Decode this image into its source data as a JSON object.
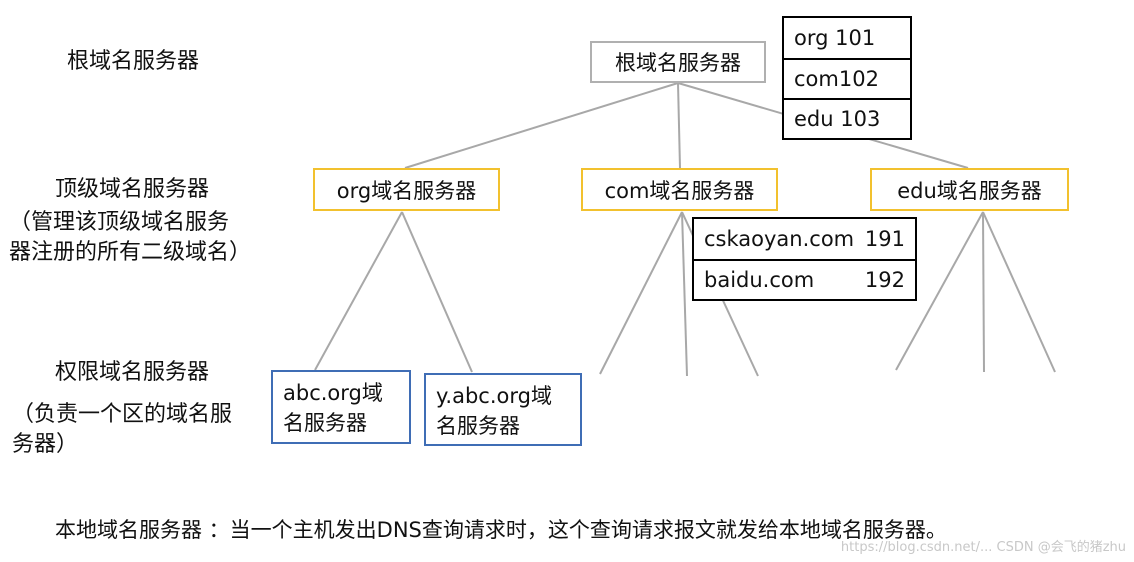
{
  "levels": {
    "root": "根域名服务器",
    "tld": "顶级域名服务器",
    "tld_note": [
      "（管理该顶级域名服务",
      "器注册的所有二级域名）"
    ],
    "auth": "权限域名服务器",
    "auth_note": [
      "（负责一个区的域名服",
      "务器）"
    ]
  },
  "nodes": {
    "root": "根域名服务器",
    "org": "org域名服务器",
    "com": "com域名服务器",
    "edu": "edu域名服务器",
    "abc": [
      "abc.org域",
      "名服务器"
    ],
    "yabc": [
      "y.abc.org域",
      "名服务器"
    ]
  },
  "root_table": [
    {
      "name": "org 101",
      "value": ""
    },
    {
      "name": "com102",
      "value": ""
    },
    {
      "name": "edu 103",
      "value": ""
    }
  ],
  "com_table": [
    {
      "name": "cskaoyan.com",
      "value": "191"
    },
    {
      "name": "baidu.com",
      "value": "192"
    }
  ],
  "footer": "本地域名服务器 ：当一个主机发出DNS查询请求时，这个查询请求报文就发给本地域名服务器。",
  "watermark": "https://blog.csdn.net/...  CSDN @会飞的猪zhu"
}
